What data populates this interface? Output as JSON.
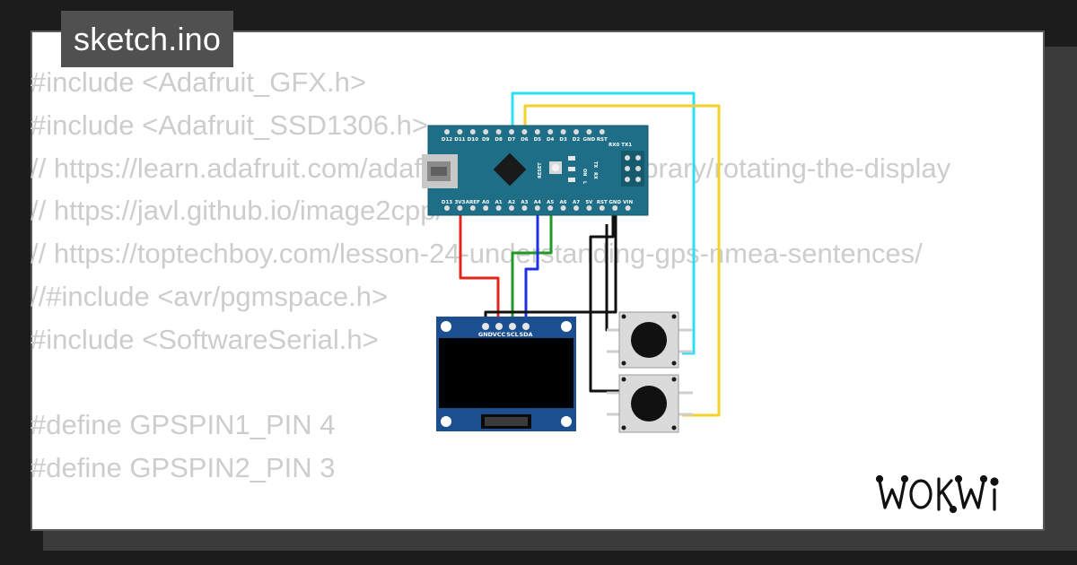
{
  "header": {
    "filename": "sketch.ino"
  },
  "code_lines": [
    "#include <Adafruit_GFX.h>",
    "#include <Adafruit_SSD1306.h>",
    "// https://learn.adafruit.com/adafruit-gfx-graphics-library/rotating-the-display",
    "// https://javl.github.io/image2cpp/",
    "// https://toptechboy.com/lesson-24-understanding-gps-nmea-sentences/",
    "//#include <avr/pgmspace.h>",
    "#include <SoftwareSerial.h>",
    "",
    "#define GPSPIN1_PIN 4",
    "#define GPSPIN2_PIN 3"
  ],
  "arduino": {
    "top_pins": [
      "D12",
      "D11",
      "D10",
      "D9",
      "D8",
      "D7",
      "D6",
      "D5",
      "D4",
      "D3",
      "D2",
      "GND",
      "RST"
    ],
    "bottom_pins": [
      "D13",
      "3V3",
      "AREF",
      "A0",
      "A1",
      "A2",
      "A3",
      "A4",
      "A5",
      "A6",
      "A7",
      "5V",
      "RST",
      "GND",
      "VIN"
    ],
    "rx_tx": "RX0 TX1",
    "reset_label": "RESET",
    "led_labels": [
      "TX",
      "RX",
      "ON",
      "L"
    ]
  },
  "oled": {
    "pins": [
      "GND",
      "VCC",
      "SCL",
      "SDA"
    ]
  },
  "wire_colors": {
    "red": "#e3261c",
    "green": "#1f9a26",
    "blue": "#1f2fe6",
    "black": "#111111",
    "cyan": "#29e1f2",
    "yellow": "#f2d22a"
  },
  "brand": {
    "name": "WOKWi"
  }
}
